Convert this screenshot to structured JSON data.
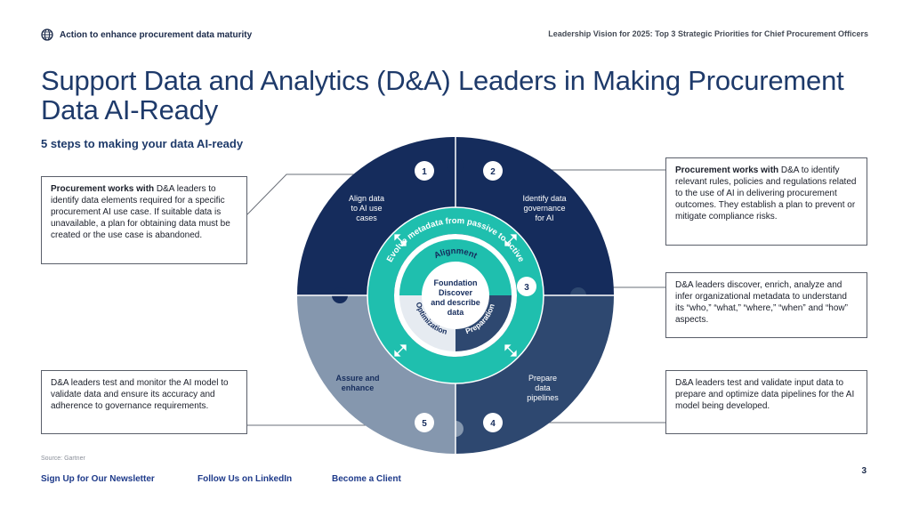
{
  "header": {
    "section": "Action to enhance procurement data maturity",
    "report": "Leadership Vision for 2025: Top 3 Strategic Priorities for Chief Procurement Officers"
  },
  "title": "Support Data and Analytics (D&A) Leaders in Making Procurement Data AI-Ready",
  "subtitle": "5 steps to making your data AI-ready",
  "diagram": {
    "center": [
      "Foundation",
      "Discover",
      "and describe",
      "data"
    ],
    "ring_text": "Evolve metadata from passive to active",
    "inner_labels": {
      "alignment": "Alignment",
      "preparation": "Preparation",
      "optimization": "Optimization"
    },
    "steps": [
      {
        "num": "1",
        "label": [
          "Align data",
          "to AI use",
          "cases"
        ]
      },
      {
        "num": "2",
        "label": [
          "Identify data",
          "governance",
          "for AI"
        ]
      },
      {
        "num": "3",
        "label": []
      },
      {
        "num": "4",
        "label": [
          "Prepare",
          "data",
          "pipelines"
        ]
      },
      {
        "num": "5",
        "label": [
          "Assure and",
          "enhance"
        ]
      }
    ]
  },
  "callouts": {
    "c1_bold": "Procurement works with",
    "c1_text": " D&A leaders to identify data elements required for a specific procurement AI use case. If suitable data is unavailable, a plan for obtaining data must be created or the use case is abandoned.",
    "c2_bold": "Procurement works with",
    "c2_text": " D&A to identify relevant rules, policies and regulations related to the use of AI in delivering procurement outcomes. They establish a plan to prevent or mitigate compliance risks.",
    "c3_text": "D&A leaders discover, enrich, analyze and infer organizational metadata to understand its “who,” “what,” “where,” “when” and “how” aspects.",
    "c4_text": "D&A leaders test and validate input data to prepare and optimize data pipelines for the AI model being developed.",
    "c5_text": "D&A leaders test and monitor the AI model to validate data and ensure its accuracy and adherence to governance requirements."
  },
  "source": "Source: Gartner",
  "footer": {
    "newsletter": "Sign Up for Our Newsletter",
    "linkedin": "Follow Us on LinkedIn",
    "client": "Become a Client"
  },
  "page_number": "3"
}
